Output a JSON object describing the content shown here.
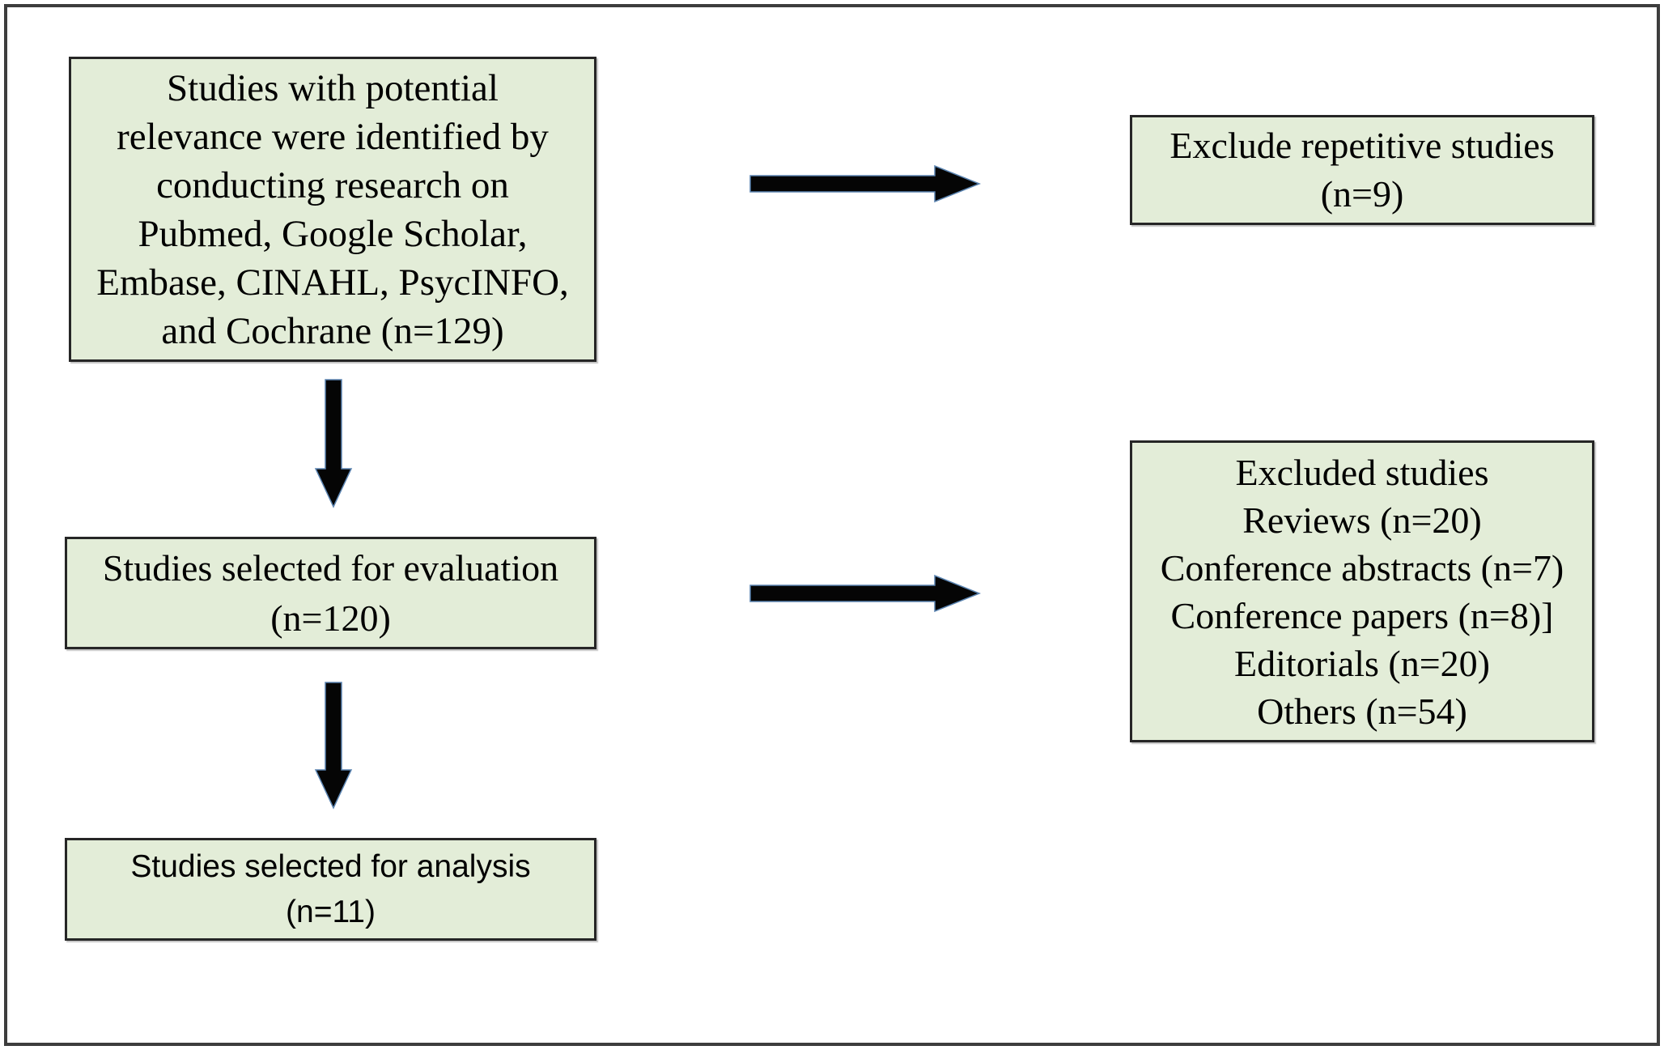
{
  "colors": {
    "background": "#ffffff",
    "frame_border": "#3d3d3d",
    "box_fill": "#e3edd8",
    "box_border": "#262626",
    "arrow_fill": "#050505",
    "arrow_stroke": "#5b84b1",
    "text_color": "#000000"
  },
  "flowchart": {
    "boxes": {
      "identification": {
        "text": "Studies with potential\nrelevance were identified by\nconducting research on\nPubmed, Google Scholar,\nEmbase, CINAHL, PsycINFO,\nand Cochrane (n=129)"
      },
      "exclude_repetitive": {
        "text": "Exclude repetitive studies\n(n=9)"
      },
      "evaluation": {
        "text": "Studies selected for evaluation\n(n=120)"
      },
      "excluded_studies": {
        "text": "Excluded studies\nReviews (n=20)\nConference abstracts (n=7)\nConference papers (n=8)]\nEditorials (n=20)\nOthers (n=54)"
      },
      "analysis": {
        "text": "Studies selected for analysis\n(n=11)"
      }
    }
  }
}
